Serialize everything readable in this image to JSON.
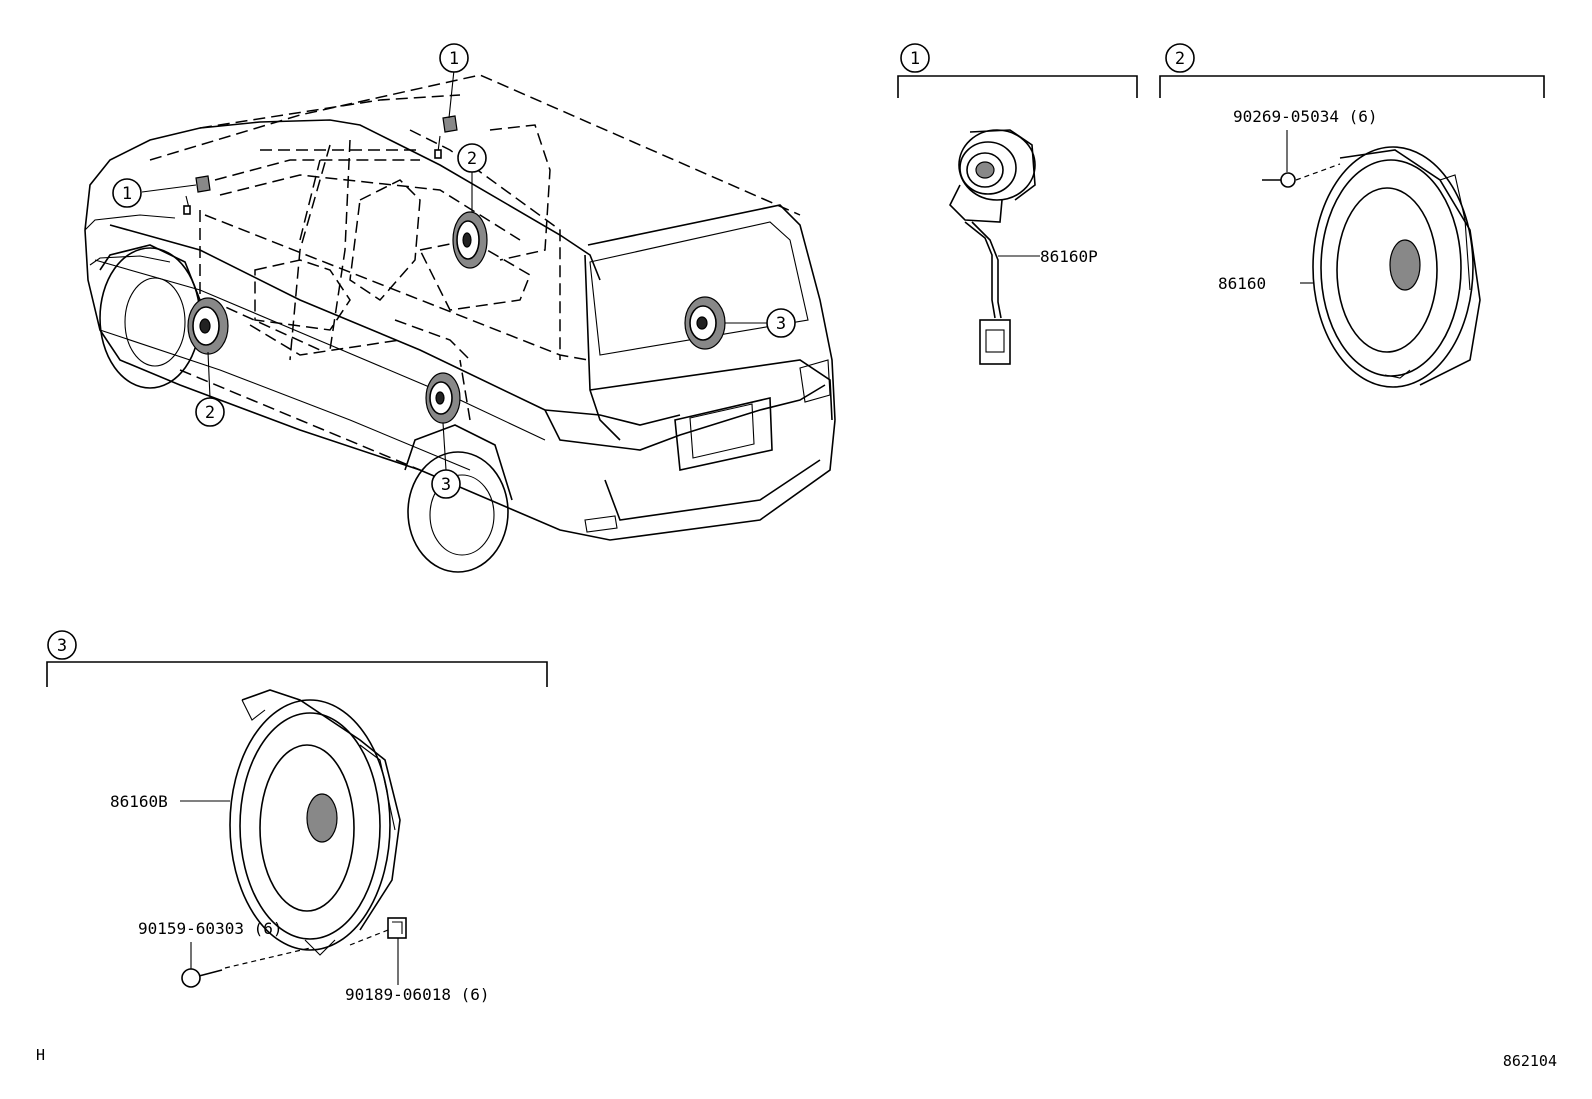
{
  "callouts": {
    "group1": "1",
    "group2": "2",
    "group3": "3"
  },
  "parts": {
    "tweeter": "86160P",
    "front_speaker": "86160",
    "front_screw": "90269-05034 (6)",
    "rear_speaker": "86160B",
    "rear_screw": "90159-60303 (6)",
    "rear_nut": "90189-06018 (6)"
  },
  "corner": {
    "left": "H",
    "right": "862104"
  }
}
